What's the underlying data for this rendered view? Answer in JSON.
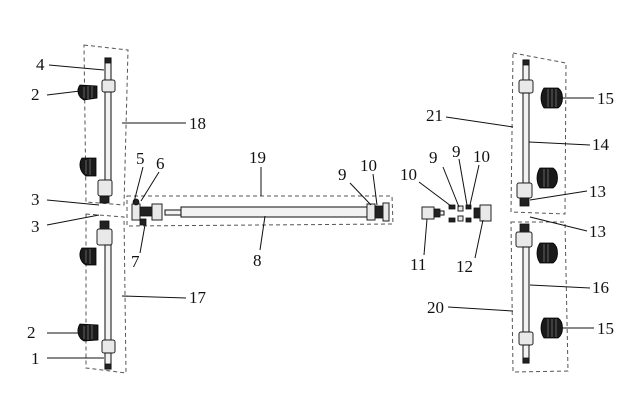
{
  "callouts": {
    "c1": "1",
    "c2a": "2",
    "c2b": "2",
    "c3a": "3",
    "c3b": "3",
    "c4": "4",
    "c5": "5",
    "c6": "6",
    "c7": "7",
    "c8": "8",
    "c9a": "9",
    "c9b": "9",
    "c9c": "9",
    "c10a": "10",
    "c10b": "10",
    "c10c": "10",
    "c11": "11",
    "c12": "12",
    "c13a": "13",
    "c13b": "13",
    "c14": "14",
    "c15a": "15",
    "c15b": "15",
    "c16": "16",
    "c17": "17",
    "c18": "18",
    "c19": "19",
    "c20": "20",
    "c21": "21"
  }
}
